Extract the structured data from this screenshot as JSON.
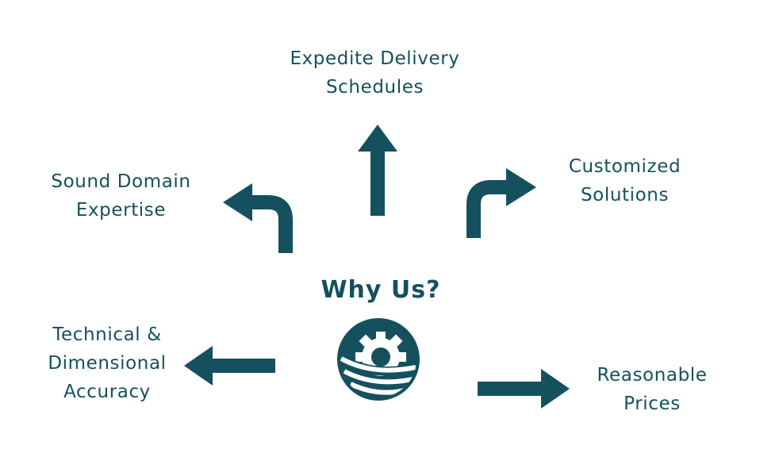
{
  "title": "Why Us?",
  "accent_color": "#15505e",
  "items": [
    {
      "label": "Expedite Delivery\nSchedules",
      "arrow": "up"
    },
    {
      "label": "Customized\nSolutions",
      "arrow": "turn-right"
    },
    {
      "label": "Sound Domain\nExpertise",
      "arrow": "turn-left"
    },
    {
      "label": "Technical &\nDimensional\nAccuracy",
      "arrow": "left"
    },
    {
      "label": "Reasonable\nPrices",
      "arrow": "right"
    }
  ],
  "center_logo": "gear-globe-logo"
}
